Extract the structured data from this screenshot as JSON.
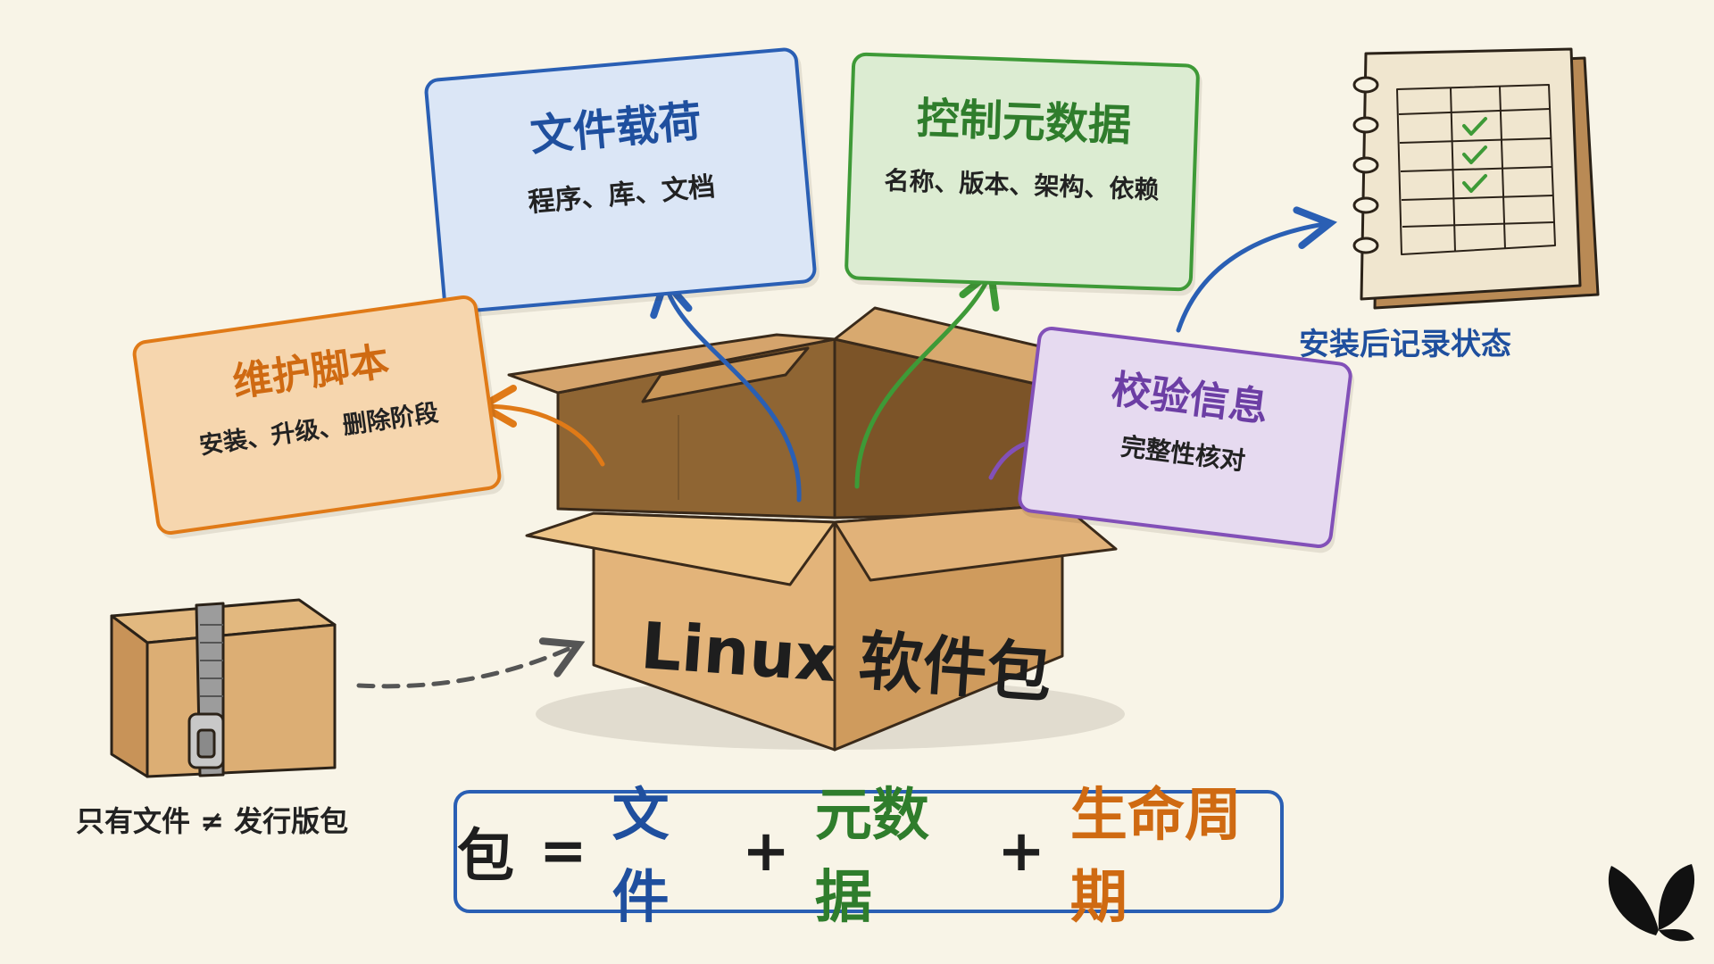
{
  "cards": {
    "files": {
      "title": "文件载荷",
      "subtitle": "程序、库、文档",
      "color": "#2a5fb4"
    },
    "metadata": {
      "title": "控制元数据",
      "subtitle": "名称、版本、架构、依赖",
      "color": "#3e9a37"
    },
    "scripts": {
      "title": "维护脚本",
      "subtitle": "安装、升级、删除阶段",
      "color": "#e07a17"
    },
    "checks": {
      "title": "校验信息",
      "subtitle": "完整性核对",
      "color": "#8250b8"
    }
  },
  "box": {
    "label": "Linux 软件包"
  },
  "record": {
    "label": "安装后记录状态",
    "icon": "notebook-checklist-icon"
  },
  "zip_package": {
    "caption": "只有文件 ≠ 发行版包",
    "icon": "zipped-box-icon"
  },
  "formula": {
    "package": "包",
    "equals": "=",
    "files": "文件",
    "plus": "+",
    "metadata": "元数据",
    "lifecycle": "生命周期"
  },
  "logo": {
    "icon": "butterfly-logo-icon"
  }
}
